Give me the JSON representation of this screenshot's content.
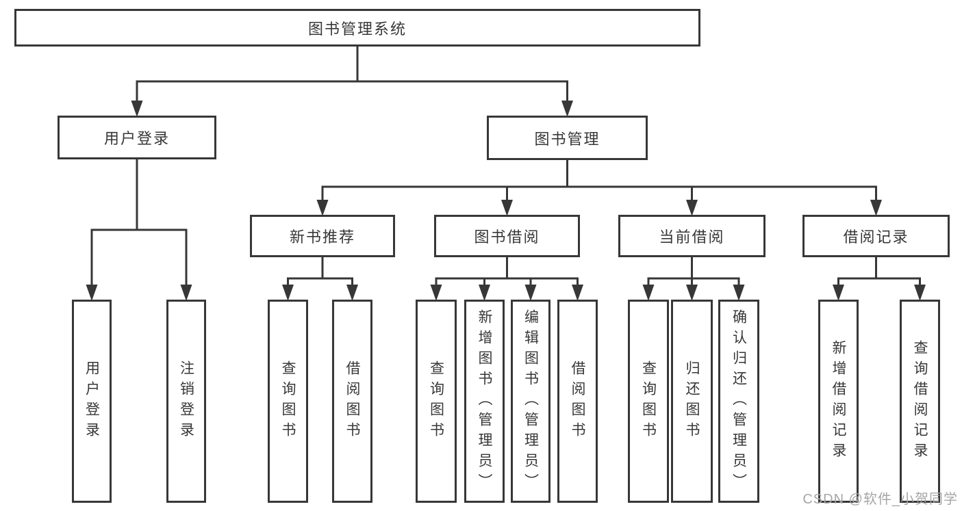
{
  "diagram": {
    "title": "图书管理系统",
    "nodes": {
      "root": "图书管理系统",
      "user_login_group": "用户登录",
      "book_mgmt_group": "图书管理",
      "new_book_group": "新书推荐",
      "borrow_group": "图书借阅",
      "current_group": "当前借阅",
      "records_group": "借阅记录",
      "login": "用户登录",
      "logout": "注销登录",
      "query_books_1": "查询图书",
      "borrow_books_1": "借阅图书",
      "query_books_2": "查询图书",
      "add_book": "新增图书（管理员）",
      "edit_book": "编辑图书（管理员）",
      "borrow_books_2": "借阅图书",
      "query_books_3": "查询图书",
      "return_book": "归还图书",
      "confirm_return": "确认归还（管理员）",
      "add_borrow_record": "新增借阅记录",
      "query_borrow_record": "查询借阅记录"
    }
  },
  "watermark": "CSDN @软件_小贺同学",
  "colors": {
    "line": "#373737",
    "text": "#373737",
    "watermark": "#a6a6a6",
    "background": "#ffffff"
  }
}
